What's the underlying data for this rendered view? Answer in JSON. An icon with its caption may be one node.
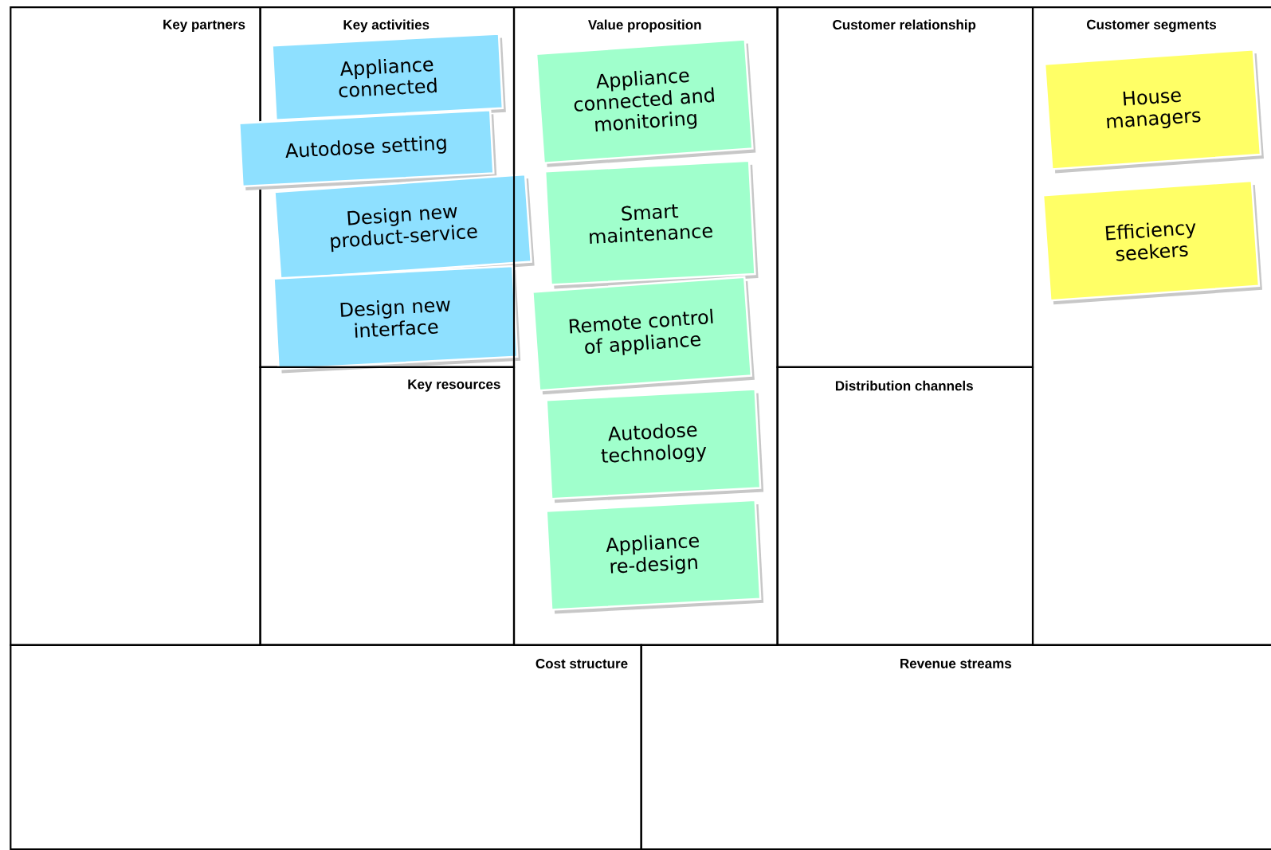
{
  "diagram": {
    "nodes": [
      {
        "text": [
          "Key partners"
        ]
      },
      {
        "text": [
          "Key activities"
        ]
      },
      {
        "text": [
          "Appliance connected"
        ],
        "in": 1
      },
      {
        "text": [
          "Autodose setting"
        ]
      },
      {
        "text": [
          "Design new product-service"
        ]
      },
      {
        "text": [
          "Design new interface"
        ]
      },
      {
        "text": [
          "Key resources"
        ]
      },
      {
        "text": [
          "Value proposition"
        ]
      },
      {
        "text": [
          "Appliance connected and monitoring"
        ],
        "in": 7
      },
      {
        "text": [
          "Smart maintenance"
        ],
        "in": 7
      },
      {
        "text": [
          "Remote control of appliance"
        ],
        "in": 7
      },
      {
        "text": [
          "Autodose technology"
        ],
        "in": 7
      },
      {
        "text": [
          "Appliance re-design"
        ],
        "in": 7
      },
      {
        "text": [
          "Customer relationship"
        ]
      },
      {
        "text": [
          "Distribution channels"
        ]
      },
      {
        "text": [
          "Customer segments"
        ]
      },
      {
        "text": [
          "House managers"
        ],
        "in": 15
      },
      {
        "text": [
          "Efficiency seekers"
        ],
        "in": 15
      },
      {
        "text": [
          "Cost structure"
        ]
      },
      {
        "text": [
          "Revenue streams"
        ]
      }
    ],
    "edges": []
  }
}
